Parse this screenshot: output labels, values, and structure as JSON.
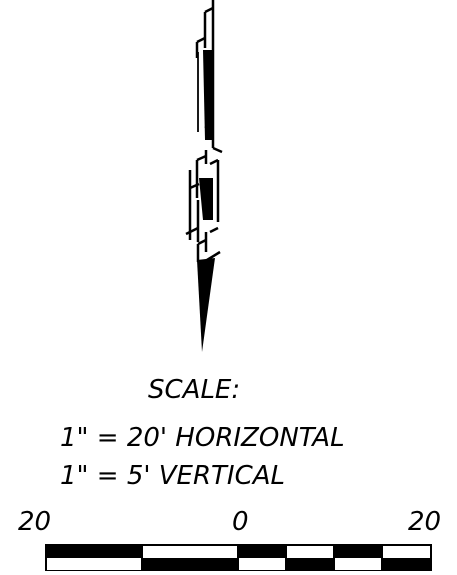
{
  "colors": {
    "ink": "#000000",
    "paper": "#ffffff"
  },
  "scale": {
    "heading": "SCALE:",
    "horizontal": "1\" = 20' HORIZONTAL",
    "vertical": "1\" = 5' VERTICAL"
  },
  "scale_bar": {
    "left_label": "20",
    "center_label": "0",
    "right_label": "20"
  }
}
